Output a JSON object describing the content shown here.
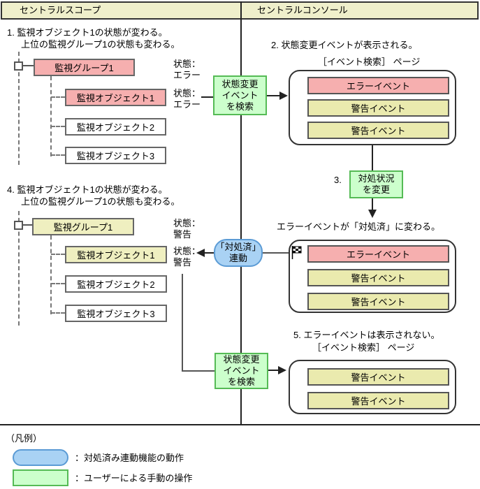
{
  "header": {
    "left_title": "セントラルスコープ",
    "right_title": "セントラルコンソール"
  },
  "scope1": {
    "step_line1": "1.  監視オブジェクト1の状態が変わる。",
    "step_line2": "上位の監視グループ1の状態も変わる。",
    "tree": {
      "group": "監視グループ1",
      "objects": [
        "監視オブジェクト1",
        "監視オブジェクト2",
        "監視オブジェクト3"
      ]
    },
    "group_status": {
      "label": "状態：",
      "value": "エラー"
    },
    "object_status": {
      "label": "状態：",
      "value": "エラー"
    }
  },
  "scope4": {
    "step_line1": "4.  監視オブジェクト1の状態が変わる。",
    "step_line2": "上位の監視グループ1の状態も変わる。",
    "tree": {
      "group": "監視グループ1",
      "objects": [
        "監視オブジェクト1",
        "監視オブジェクト2",
        "監視オブジェクト3"
      ]
    },
    "group_status": {
      "label": "状態：",
      "value": "警告"
    },
    "object_status": {
      "label": "状態：",
      "value": "警告"
    }
  },
  "console": {
    "step2_text": "2.  状態変更イベントが表示される。",
    "page_label_1": "［イベント検索］ ページ",
    "events_page1": [
      "エラーイベント",
      "警告イベント",
      "警告イベント"
    ],
    "step3_number": "3.",
    "change_status_box": {
      "line1": "対処状況",
      "line2": "を変更"
    },
    "result_text": "エラーイベントが「対処済」に変わる。",
    "events_page2": [
      "エラーイベント",
      "警告イベント",
      "警告イベント"
    ],
    "step5_text": "5.  エラーイベントは表示されない。",
    "page_label_2": "［イベント検索］ ページ",
    "events_page3": [
      "警告イベント",
      "警告イベント"
    ]
  },
  "actions": {
    "search_box_top": {
      "line1": "状態変更",
      "line2": "イベント",
      "line3": "を検索"
    },
    "search_box_bottom": {
      "line1": "状態変更",
      "line2": "イベント",
      "line3": "を検索"
    },
    "resolved_link": {
      "line1": "「対処済」",
      "line2": "連動"
    }
  },
  "icons": {
    "resolved_flag": "checkered-flag"
  },
  "legend": {
    "title": "（凡例）",
    "items": [
      {
        "shape": "ellipse",
        "text": "：対処済み連動機能の動作"
      },
      {
        "shape": "rect",
        "text": "：ユーザーによる手動の操作"
      }
    ]
  },
  "colors": {
    "error_pink": "#F6AFAF",
    "warning_yellow": "#EAEAAE",
    "manual_green": "#CCFFCC",
    "manual_green_border": "#55BB55",
    "auto_blue": "#A9D2F4",
    "auto_blue_border": "#5B9BD5",
    "header_bg": "#EFEFCB",
    "tree_yellow": "#EFEFC0"
  }
}
